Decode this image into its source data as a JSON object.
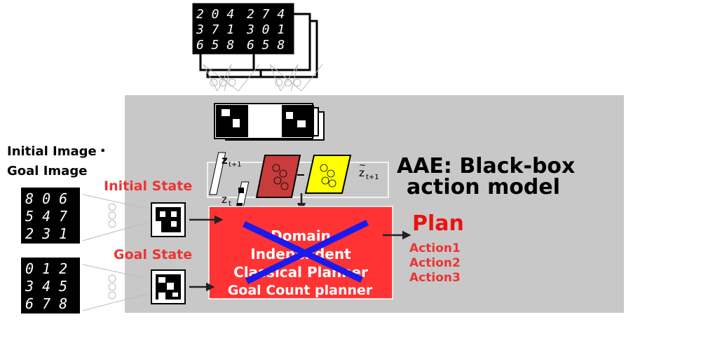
{
  "labels": {
    "initial_goal_image_line1": "Initial Image・",
    "initial_goal_image_line2": "Goal Image",
    "initial_state": "Initial State",
    "goal_state": "Goal State",
    "aae_line1": "AAE: Black-box",
    "aae_line2": "action model",
    "planner_line1": "Domain",
    "planner_line2": "Independent",
    "planner_line3": "Classical Planner",
    "goal_count": "Goal Count planner",
    "plan": "Plan",
    "z_t1": "z",
    "z_t1_sub": "t+1",
    "z_t": "z",
    "z_t_sub": "t",
    "z_tilde": "z",
    "z_tilde_sub": "t+1"
  },
  "plan_actions": [
    "Action1",
    "Action2",
    "Action3"
  ],
  "digits": {
    "initial_grid": [
      "8 0 6",
      "5 4 7",
      "2 3 1"
    ],
    "goal_grid": [
      "0 1 2",
      "3 4 5",
      "6 7 8"
    ],
    "top_left_grid": [
      "2 0 4",
      "3 7 1",
      "6 5 8"
    ],
    "top_right_grid": [
      "2 7 4",
      "3 0 1",
      "6 5 8"
    ]
  },
  "colors": {
    "panel_gray": "#c8c8c8",
    "planner_red": "#ff3333",
    "label_red": "#ee3333",
    "cross_blue": "#1a1aee",
    "action_red_box": "#c83c3c",
    "action_yellow_box": "#ffff00"
  }
}
